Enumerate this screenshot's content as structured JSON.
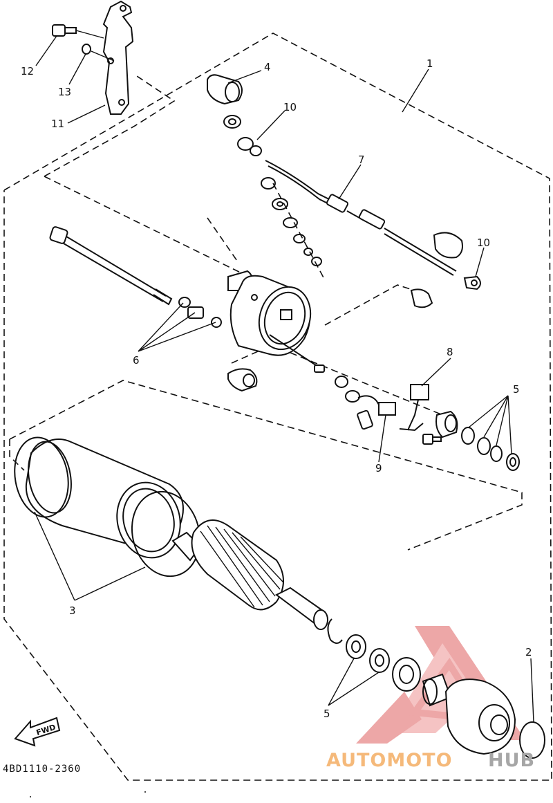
{
  "diagram_code": "4BD1110-2360",
  "fwd_label": "FWD",
  "callouts": {
    "c1": "1",
    "c2": "2",
    "c3": "3",
    "c4": "4",
    "c5a": "5",
    "c5b": "5",
    "c6": "6",
    "c7": "7",
    "c8": "8",
    "c9": "9",
    "c10a": "10",
    "c10b": "10",
    "c11": "11",
    "c12": "12",
    "c13": "13"
  },
  "watermark": {
    "part_a": "AUTOMOTO",
    "part_b": "HUB",
    "color_a": "#f5b97a",
    "color_b": "#a6a6a6",
    "logo_color": "#e88a8a"
  },
  "colors": {
    "line": "#111111",
    "background": "#ffffff"
  }
}
